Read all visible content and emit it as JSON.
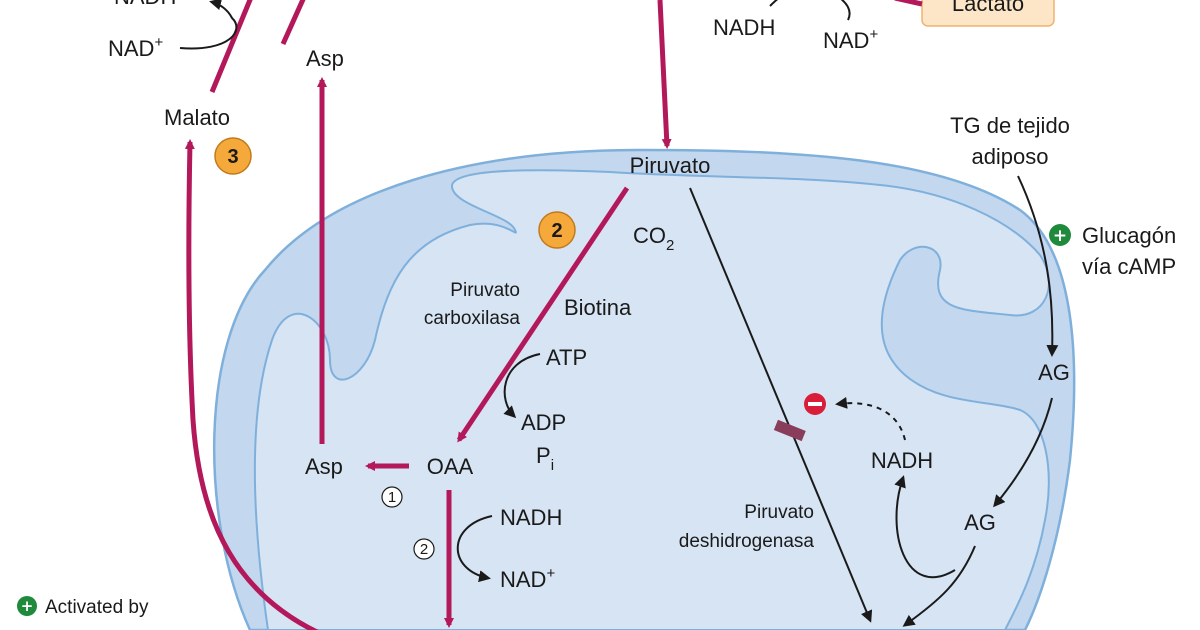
{
  "colors": {
    "pathway": "#b3195a",
    "mito_fill": "#c3d7ee",
    "mito_inner": "#d6e4f4",
    "mito_stroke": "#7fb0dc",
    "badge": "#f6a93b",
    "activate": "#1f8a3c",
    "inhibit": "#d91e3a",
    "block": "#8a3d5a",
    "lactato_box": "#fde5c8",
    "ink": "#1a1a1a"
  },
  "cytosol": {
    "nadh_top": "NADH",
    "nad_left": "NAD",
    "nad_left_sup": "+",
    "asp": "Asp",
    "malato": "Malato",
    "badge_3": "3",
    "nadh_right": "NADH",
    "nad_right": "NAD",
    "nad_right_sup": "+",
    "lactato": "Lactato",
    "tg_line1": "TG de tejido",
    "tg_line2": "adiposo",
    "glucagon_line1": "Glucagón",
    "glucagon_line2": "vía cAMP",
    "ag_top": "AG"
  },
  "mitochondrion": {
    "piruvato": "Piruvato",
    "badge_2": "2",
    "co2": "CO",
    "co2_sub": "2",
    "enzyme_line1": "Piruvato",
    "enzyme_line2": "carboxilasa",
    "cofactor": "Biotina",
    "atp": "ATP",
    "adp": "ADP",
    "pi": "P",
    "pi_sub": "i",
    "oaa": "OAA",
    "asp": "Asp",
    "step_1": "1",
    "step_2": "2",
    "nadh": "NADH",
    "nad": "NAD",
    "nad_sup": "+",
    "pdh_line1": "Piruvato",
    "pdh_line2": "deshidrogenasa",
    "nadh_reg": "NADH",
    "ag": "AG"
  },
  "legend": {
    "activated_by": "Activated by"
  }
}
